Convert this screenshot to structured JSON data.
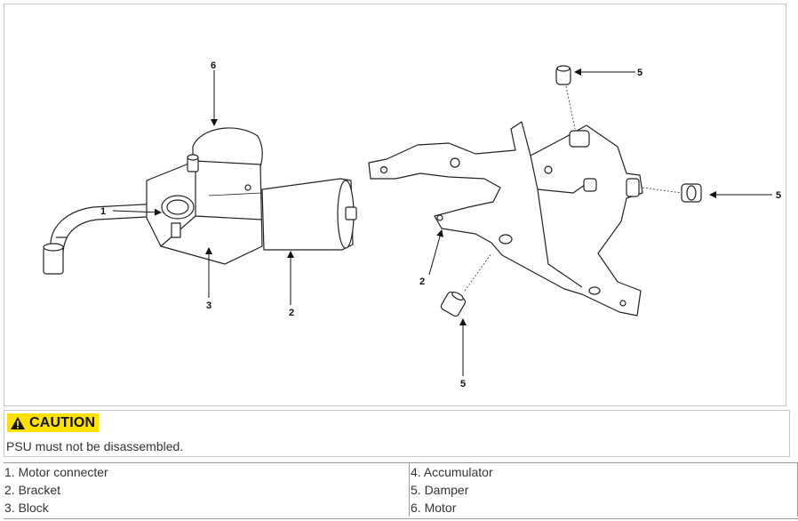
{
  "figure": {
    "callouts": {
      "c1": "1",
      "c2_left": "2",
      "c3": "3",
      "c6": "6",
      "c5_top": "5",
      "c5_right": "5",
      "c2_right": "2",
      "c5_bottom": "5"
    }
  },
  "caution": {
    "label": "CAUTION",
    "icon": "warning-triangle-icon",
    "badge_color": "#ffe100",
    "text": "PSU must not be disassembled."
  },
  "legend": {
    "rows": [
      {
        "left": "1. Motor connecter",
        "right": "4. Accumulator"
      },
      {
        "left": "2. Bracket",
        "right": "5. Damper"
      },
      {
        "left": "3. Block",
        "right": "6. Motor"
      }
    ]
  }
}
